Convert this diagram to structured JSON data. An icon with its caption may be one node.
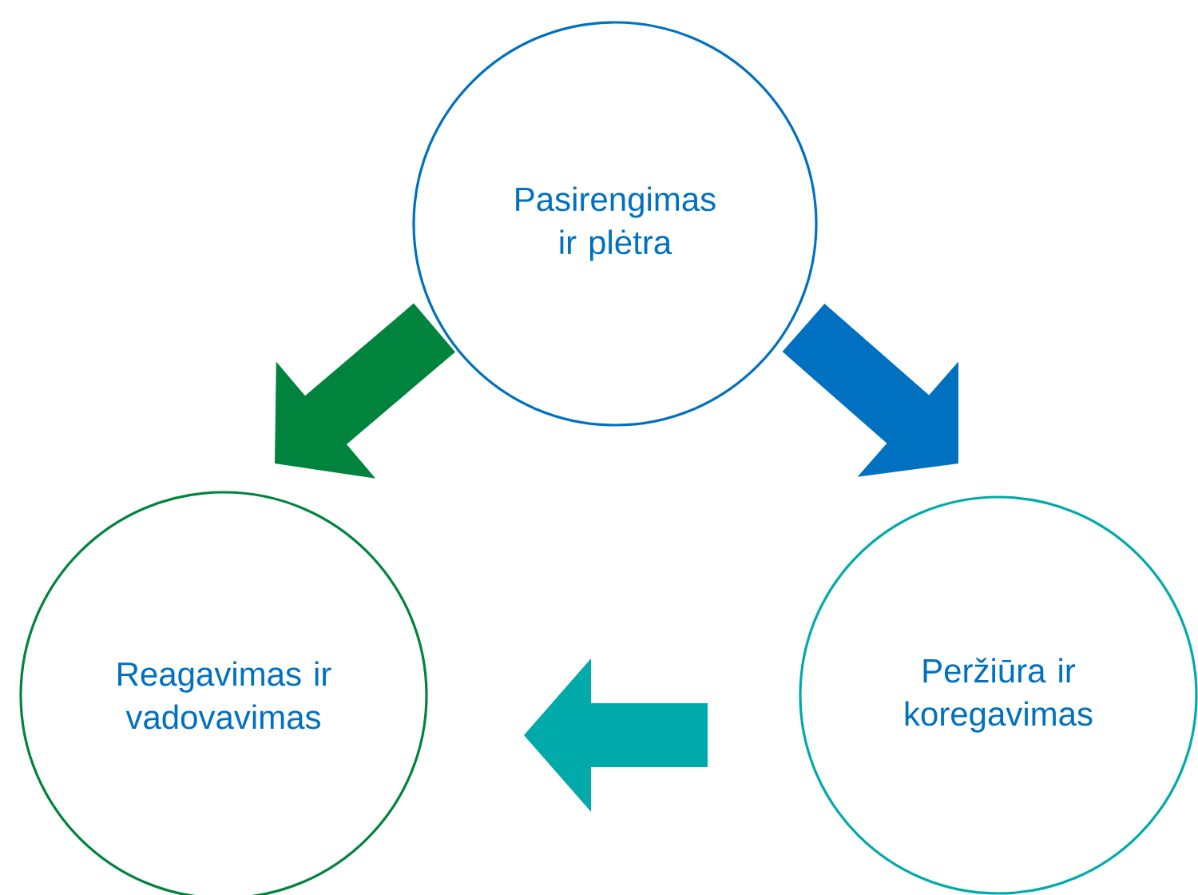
{
  "diagram": {
    "nodes": [
      {
        "text": [
          "Pasirengimas ir plėtra"
        ]
      },
      {
        "text": [
          "Reagavimas ir vadovavimas"
        ]
      },
      {
        "text": [
          "Peržiūra ir koregavimas"
        ]
      }
    ],
    "edges": [
      {
        "from": 0,
        "to": 1,
        "arrow": "to",
        "color": "#00843d"
      },
      {
        "from": 0,
        "to": 2,
        "arrow": "to",
        "color": "#0070c0"
      },
      {
        "from": 2,
        "to": 1,
        "arrow": "to",
        "color": "#00aaaa"
      }
    ]
  }
}
